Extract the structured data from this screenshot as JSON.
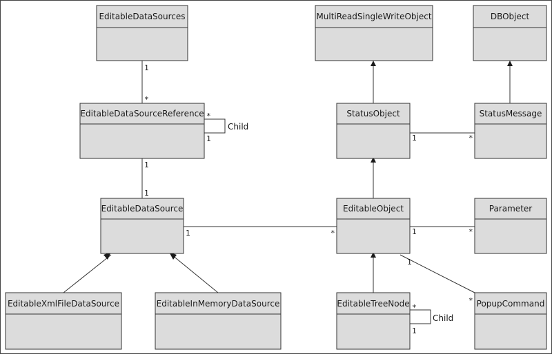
{
  "classes": {
    "editable_data_sources": "EditableDataSources",
    "editable_data_source_reference": "EditableDataSourceReference",
    "editable_data_source": "EditableDataSource",
    "editable_xml_file_data_source": "EditableXmlFileDataSource",
    "editable_in_memory_data_source": "EditableInMemoryDataSource",
    "multi_read_single_write_object": "MultiReadSingleWriteObject",
    "db_object": "DBObject",
    "status_object": "StatusObject",
    "status_message": "StatusMessage",
    "editable_object": "EditableObject",
    "parameter": "Parameter",
    "editable_tree_node": "EditableTreeNode",
    "popup_command": "PopupCommand"
  },
  "multiplicities": {
    "sources_to_ref_top": "1",
    "sources_to_ref_bottom": "*",
    "ref_self_star": "*",
    "ref_self_one": "1",
    "ref_to_source_top": "1",
    "ref_to_source_bottom": "1",
    "source_to_editable": "1",
    "editable_from_source": "*",
    "status_to_message": "1",
    "message_from_status": "*",
    "editable_to_param": "1",
    "param_from_editable": "*",
    "editable_to_popup": "1",
    "popup_from_editable": "*",
    "tree_self_star": "*",
    "tree_self_one": "1"
  },
  "labels": {
    "ref_child": "Child",
    "tree_child": "Child"
  }
}
